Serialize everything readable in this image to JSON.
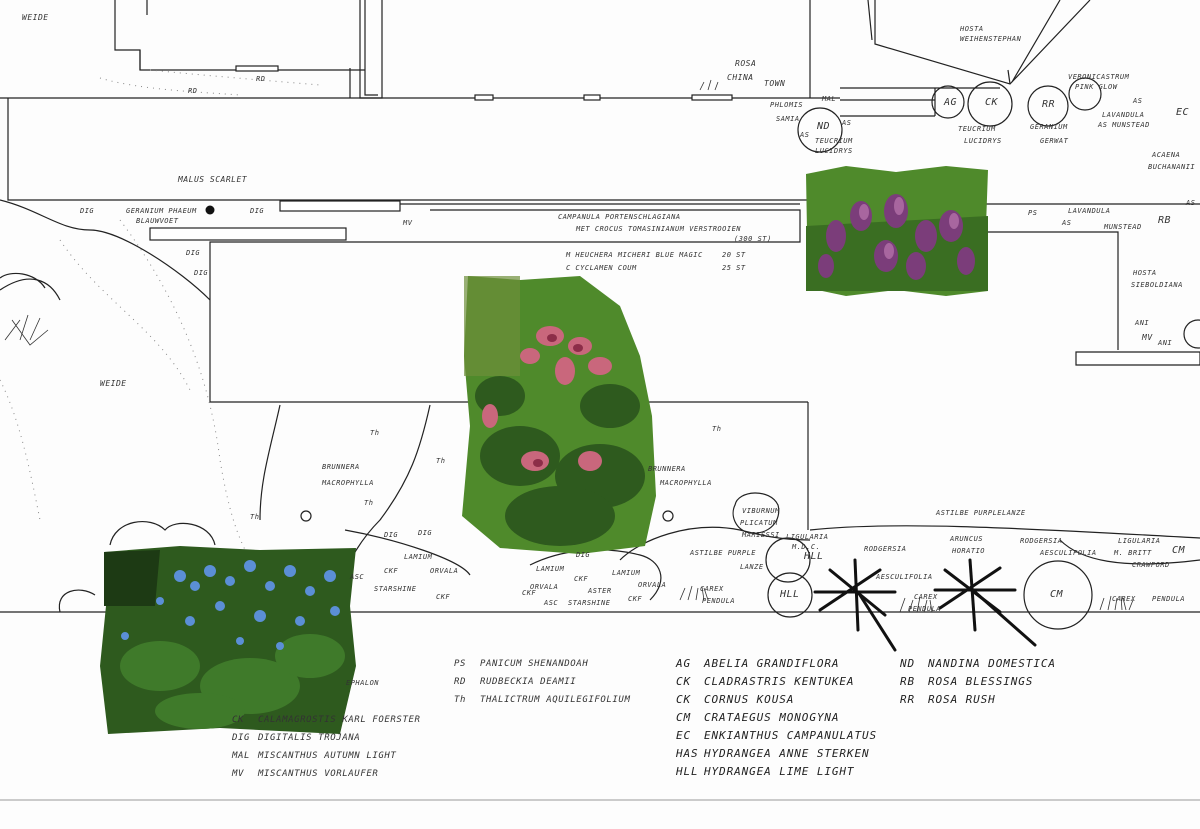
{
  "plan_labels": {
    "weide_top": "WEIDE",
    "rd_top1": "RD",
    "rd_top2": "RD",
    "rosa_china": "ROSA",
    "china": "CHINA",
    "town": "TOWN",
    "hosta_top": "HOSTA",
    "weihenstephan": "WEIHENSTEPHAN",
    "veronicastrum": "VERONICASTRUM",
    "pink_glow": "PINK GLOW",
    "as_1": "AS",
    "lavandula_munstead_1": "LAVANDULA",
    "as_munstead": "AS MUNSTEAD",
    "ec": "EC",
    "acaena": "ACAENA",
    "buchananii": "BUCHANANII",
    "phlomis": "PHLOMIS",
    "samia": "SAMIA",
    "mal": "MAL",
    "nd": "ND",
    "as_2": "AS",
    "as_3": "AS",
    "teucrium_1": "TEUCRIUM",
    "lucidrys_1": "LUCIDRYS",
    "ag": "AG",
    "ck": "CK",
    "rr": "RR",
    "teucrium_2": "TEUCRIUM",
    "lucidrys_2": "LUCIDRYS",
    "geranium_2": "GERANIUM",
    "gerwat": "GERWAT",
    "malus": "MALUS SCARLET",
    "dig_1": "DIG",
    "geranium_phaeum": "GERANIUM PHAEUM",
    "blauwvoet": "BLAUWVOET",
    "dig_2": "DIG",
    "mv": "MV",
    "campanula": "CAMPANULA PORTENSCHLAGIANA",
    "crocus": "MET CROCUS TOMASINIANUM VERSTROOIEN",
    "crocus_count": "(300 ST)",
    "heuchera": "M  HEUCHERA  MICHERI  BLUE  MAGIC",
    "heuchera_count": "20 ST",
    "cyclamen": "C  CYCLAMEN  COUM",
    "cyclamen_count": "25 ST",
    "lavandula_r": "LAVANDULA",
    "as_r": "AS",
    "munstead_r": "MUNSTEAD",
    "ps_r": "PS",
    "rb": "RB",
    "as_r2": "AS",
    "hosta_r": "HOSTA",
    "sieboldiana": "SIEBOLDIANA",
    "ani_1": "ANI",
    "mv_ani": "MV",
    "ani_2": "ANI",
    "dig_3": "DIG",
    "dig_4": "DIG",
    "weide_mid": "WEIDE",
    "th_1": "Th",
    "th_2": "Th",
    "th_3": "Th",
    "th_4": "Th",
    "th_5": "Th",
    "brunnera_1": "BRUNNERA",
    "macrophylla_1": "MACROPHYLLA",
    "brunnera_2": "BRUNNERA",
    "macrophylla_2": "MACROPHYLLA",
    "viburnum": "VIBURNUM",
    "plicatum": "PLICATUM",
    "mariessi": "MARIESSI",
    "astilbe_purple": "ASTILBE PURPLE",
    "lanze": "LANZE",
    "dig_5": "DIG",
    "dig_6": "DIG",
    "dig_7": "DIG",
    "lamium_1": "LAMIUM",
    "orvala_1": "ORVALA",
    "ckf_1": "CKF",
    "starshine_1": "STARSHINE",
    "ckf_2": "CKF",
    "asc_1": "ASC",
    "lamium_2": "LAMIUM",
    "orvala_2": "ORVALA",
    "ckf_3": "CKF",
    "lamium_3": "LAMIUM",
    "orvala_3": "ORVALA",
    "aster": "ASTER",
    "asc_2": "ASC",
    "starshine_2": "STARSHINE",
    "ckf_4": "CKF",
    "ckf_5": "CKF",
    "carex_1": "CAREX",
    "pendula_1": "PENDULA",
    "ligularia_1": "LIGULARIA",
    "mdc": "M.D.C.",
    "hll_1": "HLL",
    "hll_2": "HLL",
    "rodgersia_1": "RODGERSIA",
    "aesculifolia_1": "AESCULIFOLIA",
    "carex_2": "CAREX",
    "pendula_2": "PENDULA",
    "astilbe_purplelanze": "ASTILBE PURPLELANZE",
    "aruncus": "ARUNCUS",
    "horatio": "HORATIO",
    "rodgersia_2": "RODGERSIA",
    "aesculifolia_2": "AESCULIFOLIA",
    "cm_1": "CM",
    "ligularia_2": "LIGULARIA",
    "britt": "M. BRITT",
    "crawford": "CRAWFORD",
    "cm_2": "CM",
    "carex_3": "CAREX",
    "pendula_3": "PENDULA",
    "ephalon_partial": "EPHALON"
  },
  "legend_col1": [
    {
      "code": "CK",
      "name": "CALAMAGROSTIS  KARL FOERSTER"
    },
    {
      "code": "DIG",
      "name": "DIGITALIS  TROJANA"
    },
    {
      "code": "MAL",
      "name": "MISCANTHUS  AUTUMN LIGHT"
    },
    {
      "code": "MV",
      "name": "MISCANTHUS  VORLAUFER"
    }
  ],
  "legend_col2": [
    {
      "code": "PS",
      "name": "PANICUM  SHENANDOAH"
    },
    {
      "code": "RD",
      "name": "RUDBECKIA  DEAMII"
    },
    {
      "code": "Th",
      "name": "THALICTRUM  AQUILEGIFOLIUM"
    }
  ],
  "legend_col3": [
    {
      "code": "AG",
      "name": "ABELIA  GRANDIFLORA"
    },
    {
      "code": "CK",
      "name": "CLADRASTRIS  KENTUKEA"
    },
    {
      "code": "CK",
      "name": "CORNUS  KOUSA"
    },
    {
      "code": "CM",
      "name": "CRATAEGUS  MONOGYNA"
    },
    {
      "code": "EC",
      "name": "ENKIANTHUS  CAMPANULATUS"
    },
    {
      "code": "HAS",
      "name": "HYDRANGEA  ANNE  STERKEN"
    },
    {
      "code": "HLL",
      "name": "HYDRANGEA  LIME LIGHT"
    }
  ],
  "legend_col4": [
    {
      "code": "ND",
      "name": "NANDINA  DOMESTICA"
    },
    {
      "code": "RB",
      "name": "ROSA  BLESSINGS"
    },
    {
      "code": "RR",
      "name": "ROSA  RUSH"
    }
  ],
  "photos": [
    {
      "subject": "crocus-photo"
    },
    {
      "subject": "lamium-orvala-photo"
    },
    {
      "subject": "brunnera-photo"
    }
  ],
  "colors": {
    "ink": "#222222",
    "paper": "#fdfdfd",
    "leaf_dark": "#2e5a1e",
    "leaf_mid": "#4f8a2b",
    "crocus_purple": "#7b3d7a",
    "lamium_pink": "#c9677c",
    "brunnera_blue": "#5b8fd6"
  }
}
